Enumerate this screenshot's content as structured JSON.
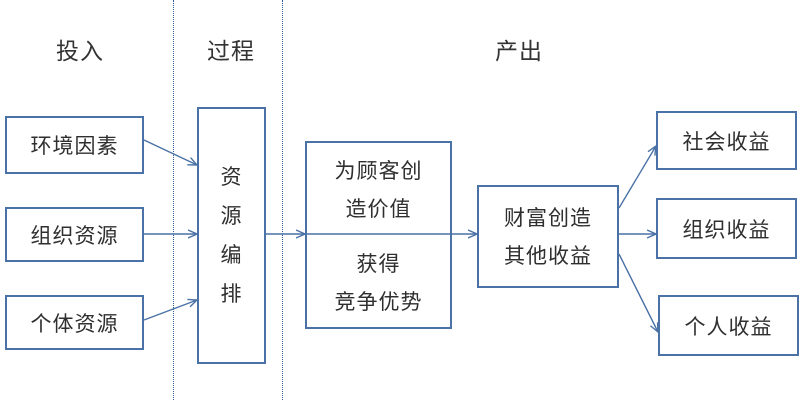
{
  "headers": {
    "input": "投入",
    "process": "过程",
    "output": "产出"
  },
  "inputs": [
    "环境因素",
    "组织资源",
    "个体资源"
  ],
  "process_chars": [
    "资",
    "源",
    "编",
    "排"
  ],
  "value_creation": {
    "line1": "为顾客创",
    "line2": "造价值"
  },
  "competitive_advantage": {
    "line1": "获得",
    "line2": "竞争优势"
  },
  "wealth_creation": {
    "line1": "财富创造",
    "line2": "其他收益"
  },
  "outcomes": [
    "社会收益",
    "组织收益",
    "个人收益"
  ],
  "colors": {
    "box_border": "#4a72a6",
    "arrow": "#4a72a6",
    "divider": "#2e5f9a",
    "text": "#2f2f2f"
  }
}
